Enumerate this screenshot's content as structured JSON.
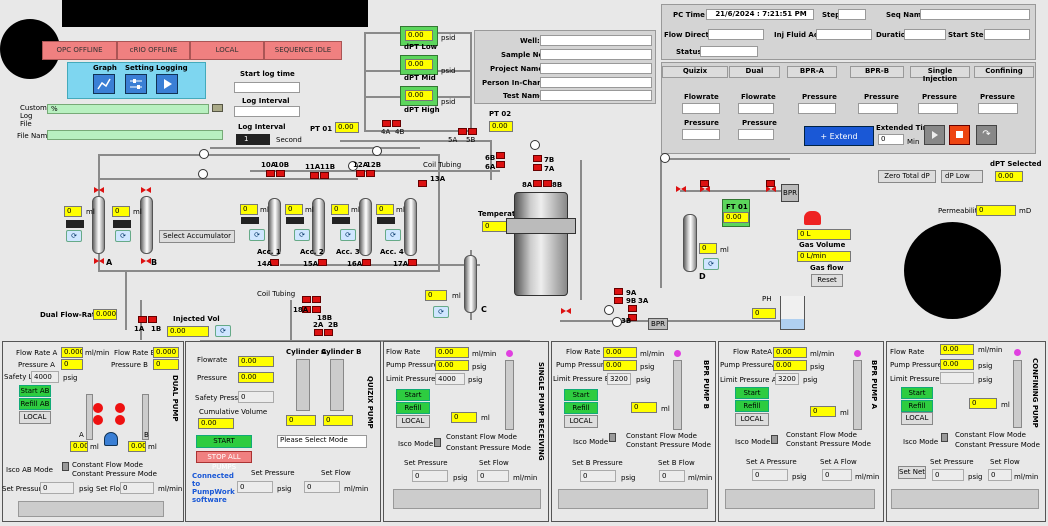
{
  "status_tabs": [
    "OPC OFFLINE",
    "cRIO OFFLINE",
    "LOCAL",
    "SEQUENCE IDLE"
  ],
  "tools": {
    "graph": "Graph",
    "setting": "Setting",
    "logging": "Logging"
  },
  "log": {
    "start_time_label": "Start log time",
    "interval_label": "Log Interval",
    "interval_label2": "Log Interval",
    "interval_value": "1",
    "interval_unit": "Second",
    "custom_file_label": "Custom Log File",
    "custom_file_value": "%",
    "file_name_label": "File Name"
  },
  "dpt": {
    "low_label": "dPT Low",
    "mid_label": "dPT Mid",
    "high_label": "dPT High",
    "low": "0.00",
    "mid": "0.00",
    "high": "0.00",
    "unit": "psid"
  },
  "well_info": [
    "Well:",
    "Sample No:",
    "Project Name:",
    "Person In-Charge",
    "Test Name"
  ],
  "pt": {
    "pt01_label": "PT 01",
    "pt01": "0.00",
    "pt02_label": "PT 02",
    "pt02": "0.00"
  },
  "valves": {
    "v4a": "4A",
    "v4b": "4B",
    "v5a": "5A",
    "v5b": "5B",
    "v6b": "6B",
    "v6a": "6A",
    "v7b": "7B",
    "v7a": "7A",
    "v8a": "8A",
    "v8b": "8B",
    "v10a": "10A",
    "v10b": "10B",
    "v11a": "11A",
    "v11b": "11B",
    "v12a": "12A",
    "v12b": "12B",
    "v13a": "13A",
    "v14a": "14A",
    "v15a": "15A",
    "v16a": "16A",
    "v17a": "17A",
    "v18a": "18A",
    "v18b": "18B",
    "v2a": "2A",
    "v2b": "2B",
    "v1a": "1A",
    "v1b": "1B",
    "v9a": "9A",
    "v9b": "9B",
    "v3a": "3A",
    "v3b": "3B",
    "cA": "A",
    "cB": "B",
    "cC": "C",
    "cD": "D",
    "bpr": "BPR",
    "acc1": "Acc. 1",
    "acc2": "Acc. 2",
    "acc3": "Acc. 3",
    "acc4": "Acc. 4"
  },
  "coil1": "Coil Tubing",
  "coil2": "Coil Tubing",
  "temperature_label": "Temperature",
  "temperature": "0",
  "select_accumulator": "Select Accumulator",
  "ml": "ml",
  "zero": "0",
  "dual_flow_rate_label": "Dual Flow-Rate",
  "dual_flow_rate": "0.000",
  "injected_vol_label": "Injected Vol",
  "injected_vol": "0.00",
  "ft01_label": "FT 01",
  "ft01": "0.00",
  "gas": {
    "l": "0 L",
    "lmin": "0 L/min",
    "volume_label": "Gas Volume",
    "flow_label": "Gas flow",
    "reset": "Reset"
  },
  "ph": "PH",
  "pc": {
    "time_label": "PC Time",
    "time": "21/6/2024 : 7:21:51 PM",
    "step_label": "Step",
    "seq_label": "Seq Name",
    "flow_dir_label": "Flow Direction",
    "inj_fluid_label": "Inj Fluid Acc",
    "duration_label": "Duration",
    "start_step_label": "Start Step",
    "status_label": "Status"
  },
  "summary": {
    "quizix": "Quizix",
    "dual": "Dual",
    "bpra": "BPR-A",
    "bprb": "BPR-B",
    "single": "Single Injection",
    "confining": "Confining",
    "flowrate": "Flowrate",
    "pressure": "Pressure"
  },
  "extend": {
    "btn": "+ Extend",
    "time_label": "Extended Time",
    "time_value": "0",
    "unit": "Min"
  },
  "dpt_selected": {
    "label": "dPT Selected",
    "zero_btn": "Zero Total dP",
    "sel": "dP Low",
    "value": "0.00",
    "perm_label": "Permeability",
    "perm": "0",
    "perm_unit": "mD"
  },
  "dual_pump": {
    "title": "DUAL PUMP",
    "fra": "Flow Rate A",
    "frav": "0.000",
    "frb": "Flow Rate B",
    "frbv": "0.000",
    "mlmin": "ml/min",
    "pa": "Pressure A",
    "pav": "0",
    "pb": "Pressure B",
    "pbv": "0",
    "sla": "Safety Limit AB",
    "slav": "4000",
    "psig": "psig",
    "start": "Start AB",
    "refill": "Refill AB",
    "local": "LOCAL",
    "ml": "ml",
    "a": "A",
    "b": "B",
    "mlv": "0.00",
    "isco": "Isco AB Mode",
    "cf": "Constant Flow Mode",
    "cp": "Constant Pressure Mode",
    "sp": "Set Pressure",
    "spv": "0",
    "sf": "Set Flow",
    "sfv": "0",
    "mlmin2": "ml/min"
  },
  "quizix": {
    "title": "QUIZIX PUMP",
    "flow": "Flowrate",
    "flowv": "0.00",
    "press": "Pressure",
    "pressv": "0.00",
    "safety": "Safety Pressure",
    "safetyv": "0",
    "cum": "Cumulative Volume",
    "cumv": "0.00",
    "cyla": "Cylinder A",
    "cylb": "Cylinder B",
    "cylav": "0",
    "cylbv": "0",
    "start": "START",
    "stop": "STOP ALL PUMPS",
    "mode": "Please Select Mode",
    "connected": "Connected to PumpWork software",
    "sp": "Set Pressure",
    "spv": "0",
    "psig": "psig",
    "sf": "Set Flow",
    "sfv": "0",
    "mlmin": "ml/min"
  },
  "single": {
    "title": "SINGLE PUMP RECEIVING",
    "fr": "Flow Rate",
    "frv": "0.00",
    "pp": "Pump Pressure",
    "ppv": "0.00",
    "lp": "Limit Pressure",
    "lpv": "4000",
    "start": "Start",
    "refill": "Refill",
    "local": "LOCAL",
    "mlv": "0",
    "isco": "Isco Mode",
    "cf": "Constant Flow Mode",
    "cp": "Constant Pressure Mode",
    "sp": "Set Pressure",
    "spv": "0",
    "sf": "Set Flow",
    "sfv": "0"
  },
  "bprb": {
    "title": "BPR PUMP B",
    "fr": "Flow Rate B",
    "frv": "0.00",
    "pp": "Pump Pressure B",
    "ppv": "0.00",
    "lp": "Limit Pressure B",
    "lpv": "3200",
    "start": "Start",
    "refill": "Refill",
    "local": "LOCAL",
    "mlv": "0",
    "isco": "Isco Mode",
    "cf": "Constant Flow Mode",
    "cp": "Constant Pressure Mode",
    "sp": "Set B Pressure",
    "spv": "0",
    "sf": "Set B Flow",
    "sfv": "0"
  },
  "bpra": {
    "title": "BPR PUMP A",
    "fr": "Flow RateA",
    "frv": "0.00",
    "pp": "Pump PressureA",
    "ppv": "0.00",
    "lp": "Limit Pressure A",
    "lpv": "3200",
    "start": "Start",
    "refill": "Refill",
    "local": "LOCAL",
    "mlv": "0",
    "isco": "Isco Mode",
    "cf": "Constant Flow Mode",
    "cp": "Constant Pressure Mode",
    "sp": "Set A Pressure",
    "spv": "0",
    "sf": "Set A Flow",
    "sfv": "0"
  },
  "conf": {
    "title": "CONFINING PUMP",
    "fr": "Flow Rate",
    "frv": "0.00",
    "pp": "Pump Pressure",
    "ppv": "0.00",
    "lp": "Limit Pressure",
    "start": "Start",
    "refill": "Refill",
    "local": "LOCAL",
    "mlv": "0",
    "isco": "Isco Mode",
    "cf": "Constant Flow Mode",
    "cp": "Constant Pressure Mode",
    "setnet": "Set Net",
    "sp": "Set Pressure",
    "spv": "0",
    "sf": "Set Flow",
    "sfv": "0"
  },
  "units": {
    "mlmin": "ml/min",
    "psig": "psig",
    "ml": "ml"
  }
}
